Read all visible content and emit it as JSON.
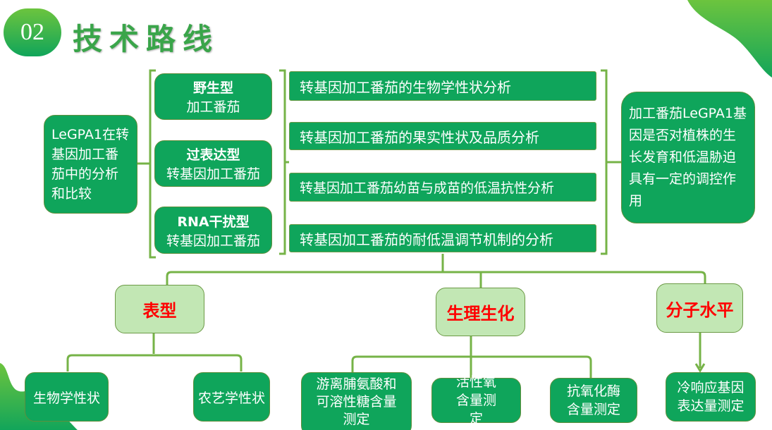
{
  "header": {
    "badge": "02",
    "title": "技术路线"
  },
  "source": {
    "text": "LeGPA1在转基因加工番茄中的分析和比较"
  },
  "types": [
    {
      "title": "野生型",
      "sub": "加工番茄"
    },
    {
      "title": "过表达型",
      "sub": "转基因加工番茄"
    },
    {
      "title": "RNA干扰型",
      "sub": "转基因加工番茄"
    }
  ],
  "analyses": [
    "转基因加工番茄的生物学性状分析",
    "转基因加工番茄的果实性状及品质分析",
    "转基因加工番茄幼苗与成苗的低温抗性分析",
    "转基因加工番茄的耐低温调节机制的分析"
  ],
  "conclusion": "加工番茄LeGPA1基因是否对植株的生长发育和低温胁迫具有一定的调控作用",
  "categories": [
    "表型",
    "生理生化",
    "分子水平"
  ],
  "measures": [
    "生物学性状",
    "农艺学性状",
    "游离脯氨酸和可溶性糖含量测定",
    "活性氧含量测定",
    "抗氧化酶含量测定",
    "冷响应基因表达量测定"
  ],
  "colors": {
    "dark_green": "#0fa55b",
    "light_green": "#c2e7b4",
    "line": "#76b347",
    "title": "#3aa54a",
    "category_text": "#ff0000"
  }
}
